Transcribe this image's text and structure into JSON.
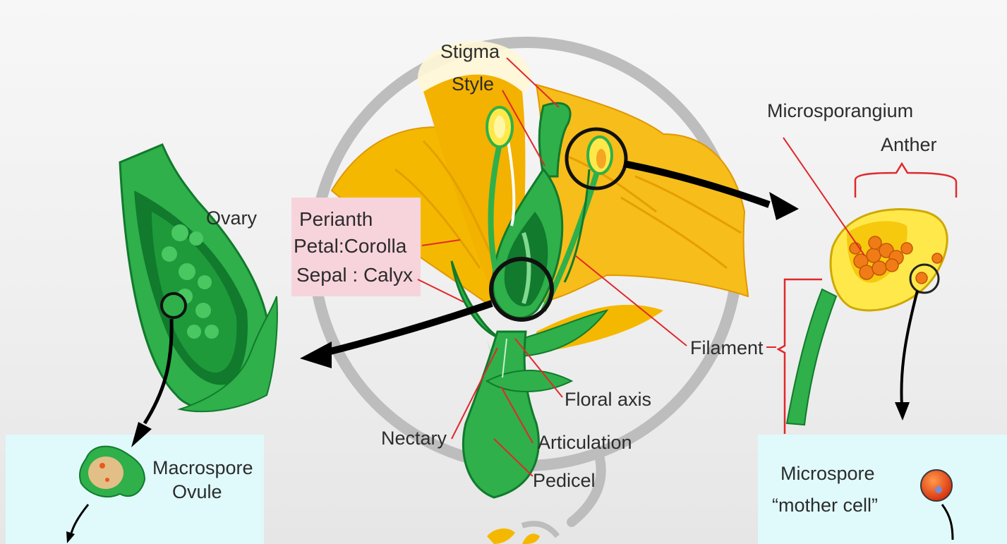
{
  "labels": {
    "stigma": "Stigma",
    "style": "Style",
    "microsporangium": "Microsporangium",
    "anther": "Anther",
    "ovary": "Ovary",
    "perianth": "Perianth",
    "petal_corolla": "Petal:Corolla",
    "sepal_calyx": "Sepal : Calyx",
    "filament": "Filament",
    "floral_axis": "Floral axis",
    "nectary": "Nectary",
    "articulation": "Articulation",
    "pedicel": "Pedicel",
    "macrospore": "Macrospore",
    "ovule": "Ovule",
    "microspore": "Microspore",
    "mother_cell": "“mother cell”"
  },
  "colors": {
    "petal_yellow": "#f5b800",
    "green_light": "#2fb04a",
    "green_dark": "#117a2d",
    "pointer_red": "#e0282c",
    "perianth_box": "#f7d4dc",
    "spore_box": "#e0fafc",
    "ring_grey": "#b9b9b9",
    "anther_yellow": "#ffe94a",
    "pollen_orange": "#f07c18"
  }
}
